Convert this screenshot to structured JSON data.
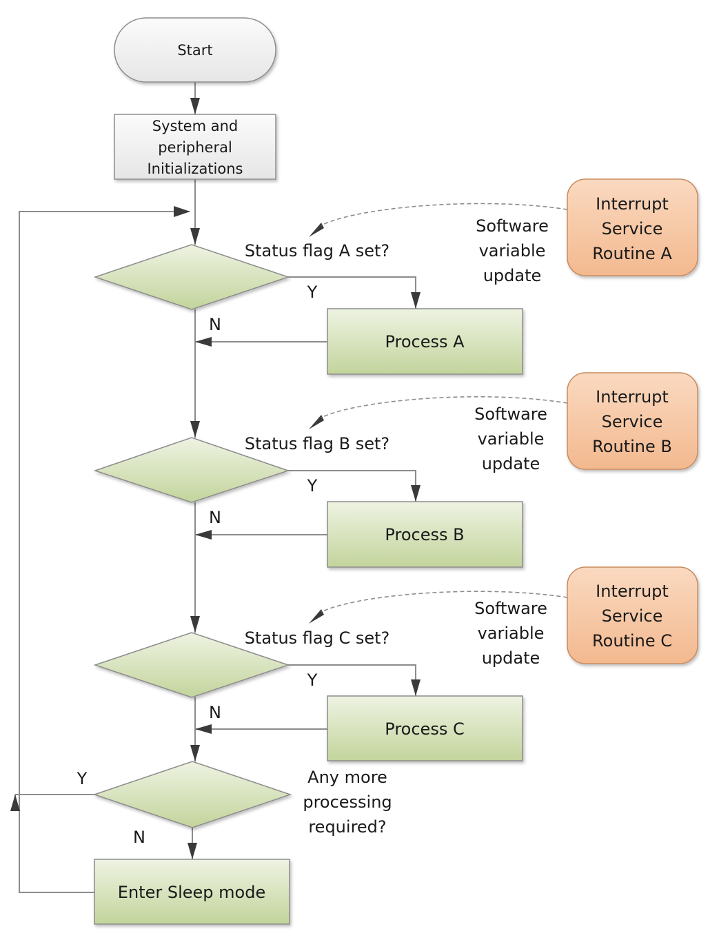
{
  "start": "Start",
  "init": {
    "line1": "System and",
    "line2": "peripheral",
    "line3": "Initializations"
  },
  "decisions": [
    {
      "question": "Status flag A set?"
    },
    {
      "question": "Status flag B set?"
    },
    {
      "question": "Status flag C set?"
    }
  ],
  "processes": [
    {
      "label": "Process A"
    },
    {
      "label": "Process B"
    },
    {
      "label": "Process C"
    }
  ],
  "isrs": [
    {
      "line1": "Interrupt",
      "line2": "Service",
      "line3": "Routine A"
    },
    {
      "line1": "Interrupt",
      "line2": "Service",
      "line3": "Routine B"
    },
    {
      "line1": "Interrupt",
      "line2": "Service",
      "line3": "Routine C"
    }
  ],
  "software_update": {
    "line1": "Software",
    "line2": "variable",
    "line3": "update"
  },
  "more": {
    "line1": "Any more",
    "line2": "processing",
    "line3": "required?"
  },
  "sleep": "Enter Sleep mode",
  "yes": "Y",
  "no": "N",
  "colors": {
    "terminal_fill": "#f2f2f2",
    "init_fill": "#f4f4f4",
    "green_top": "#ebf1de",
    "green_bottom": "#c4d6a0",
    "isr_fill": "#f7c9a6",
    "isr_stroke": "#c98a5c",
    "line": "#8c8c8c",
    "arrowhead": "#3a3a3a"
  }
}
